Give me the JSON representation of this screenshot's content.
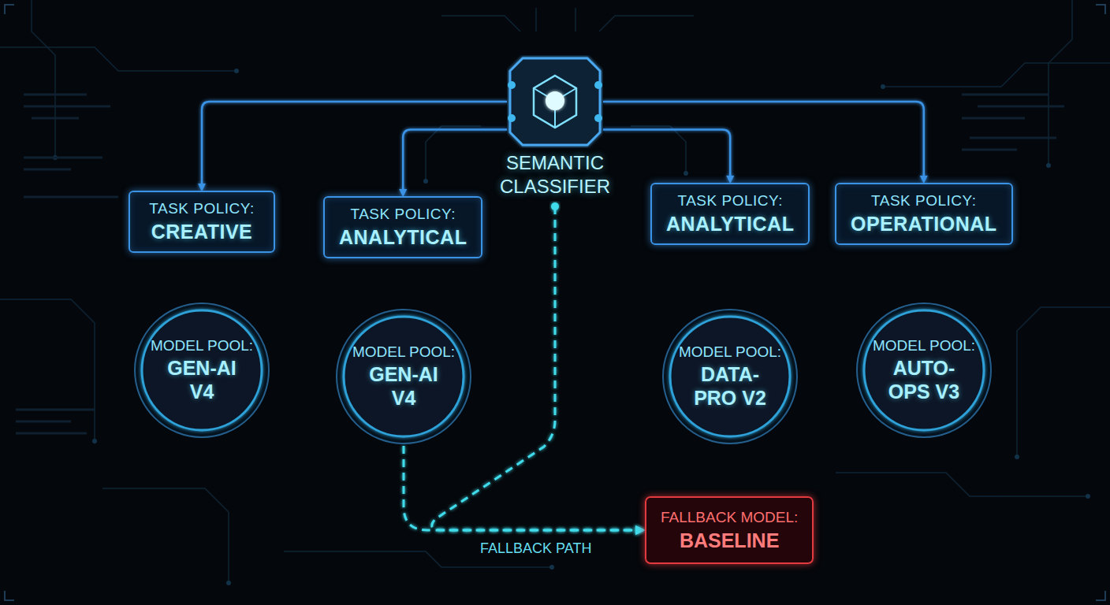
{
  "diagram": {
    "nodes": [
      {
        "text": [
          "SEMANTIC CLASSIFIER"
        ]
      },
      {
        "text": [
          "TASK POLICY:",
          "CREATIVE"
        ]
      },
      {
        "text": [
          "TASK POLICY:",
          "ANALYTICAL"
        ]
      },
      {
        "text": [
          "TASK POLICY:",
          "ANALYTICAL"
        ]
      },
      {
        "text": [
          "TASK POLICY:",
          "OPERATIONAL"
        ]
      },
      {
        "text": [
          "MODEL POOL:",
          "GEN-AI V4"
        ]
      },
      {
        "text": [
          "MODEL POOL:",
          "GEN-AI V4"
        ]
      },
      {
        "text": [
          "MODEL POOL:",
          "DATA-PRO V2"
        ]
      },
      {
        "text": [
          "MODEL POOL:",
          "AUTO-OPS V3"
        ]
      },
      {
        "text": [
          "FALLBACK MODEL:",
          "BASELINE"
        ]
      }
    ],
    "edges": [
      {
        "from": 0,
        "to": 1,
        "arrow": "to"
      },
      {
        "from": 0,
        "to": 2,
        "arrow": "to"
      },
      {
        "from": 0,
        "to": 3,
        "arrow": "to"
      },
      {
        "from": 0,
        "to": 4,
        "arrow": "to"
      },
      {
        "from": 1,
        "to": 5,
        "arrow": "to"
      },
      {
        "from": 2,
        "to": 6,
        "arrow": "to"
      },
      {
        "from": 3,
        "to": 7,
        "arrow": "to"
      },
      {
        "from": 4,
        "to": 8,
        "arrow": "to"
      },
      {
        "from": 0,
        "to": 9,
        "arrow": "to"
      },
      {
        "from": 6,
        "to": 9,
        "label": "FALLBACK PATH",
        "arrow": "to"
      }
    ]
  }
}
